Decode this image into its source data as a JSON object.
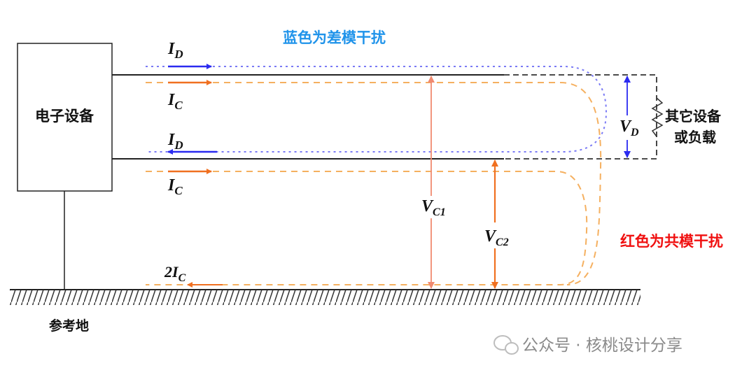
{
  "device_label": "电子设备",
  "load_label_line1": "其它设备",
  "load_label_line2": "或负载",
  "ground_label": "参考地",
  "blue_note": "蓝色为差模干扰",
  "red_note": "红色为共模干扰",
  "currents": {
    "id_top": {
      "main": "I",
      "sub": "D"
    },
    "ic_top": {
      "main": "I",
      "sub": "C"
    },
    "id_bottom": {
      "main": "I",
      "sub": "D"
    },
    "ic_bottom": {
      "main": "I",
      "sub": "C"
    },
    "ic_ground": {
      "main": "2I",
      "sub": "C"
    }
  },
  "voltages": {
    "vd": {
      "main": "V",
      "sub": "D"
    },
    "vc1": {
      "main": "V",
      "sub": "C1"
    },
    "vc2": {
      "main": "V",
      "sub": "C2"
    }
  },
  "watermark": "公众号 · 核桃设计分享",
  "colors": {
    "blue_note": "#1f93ea",
    "red_note": "#f01010",
    "differential": "#2b2bf0",
    "common": "#f07020",
    "common_light": "#f5b060",
    "vc1": "#f08a70"
  }
}
